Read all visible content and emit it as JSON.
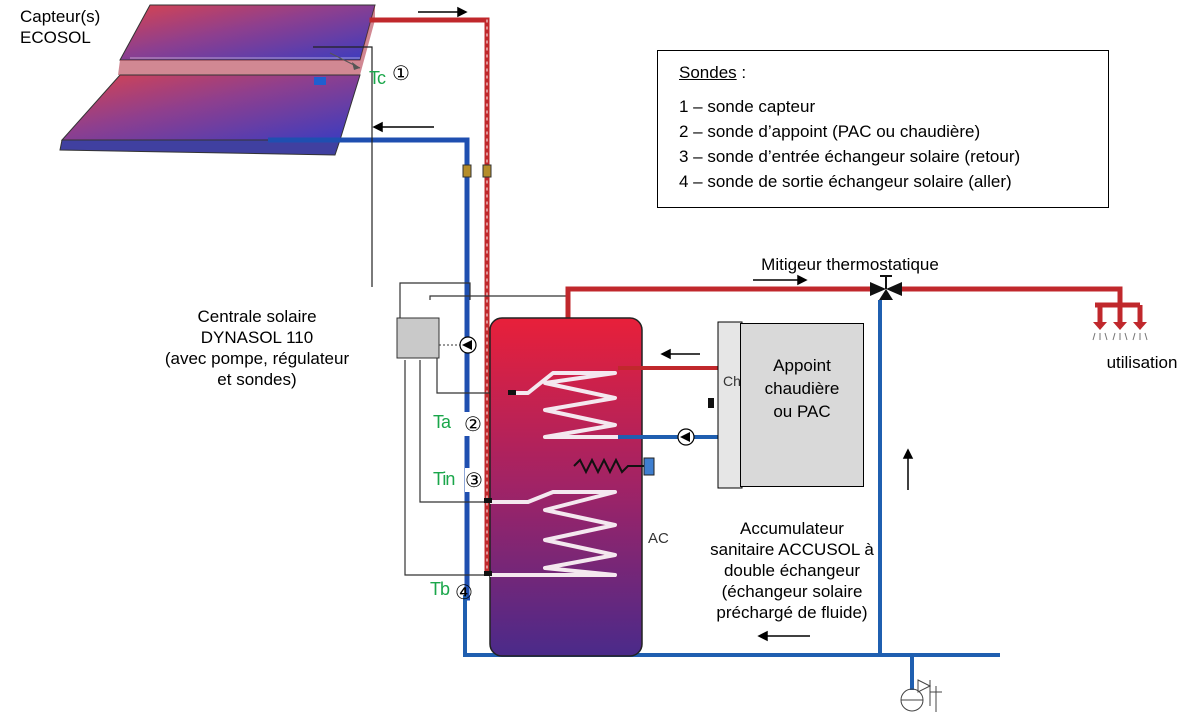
{
  "labels": {
    "collector": [
      "Capteur(s)",
      "ECOSOL"
    ],
    "central": [
      "Centrale solaire",
      "DYNASOL 110",
      "(avec pompe, régulateur",
      "et sondes)"
    ],
    "mixer": "Mitigeur thermostatique",
    "usage": "utilisation",
    "accumulator": [
      "Accumulateur",
      "sanitaire ACCUSOL à",
      "double échangeur",
      "(échangeur solaire",
      "préchargé de fluide)"
    ],
    "appoint": [
      "Appoint",
      "chaudière",
      "ou PAC"
    ],
    "ch": "Ch",
    "ac": "AC"
  },
  "legend": {
    "title": "Sondes",
    "title_suffix": " :",
    "items": [
      "1 – sonde capteur",
      "2 – sonde d’appoint (PAC ou chaudière)",
      "3 – sonde d’entrée échangeur solaire (retour)",
      "4 – sonde de sortie échangeur solaire (aller)"
    ]
  },
  "probes": {
    "tc": {
      "code": "Tc",
      "num": "①"
    },
    "ta": {
      "code": "Ta",
      "num": "②"
    },
    "tin": {
      "code": "Tin",
      "num": "③"
    },
    "tb": {
      "code": "Tb",
      "num": "④"
    }
  },
  "colors": {
    "hot_pipe": "#c0282c",
    "cold_pipe": "#1f5fb0",
    "probe_green": "#1aa64a",
    "appoint_fill": "#d9d9d9"
  }
}
